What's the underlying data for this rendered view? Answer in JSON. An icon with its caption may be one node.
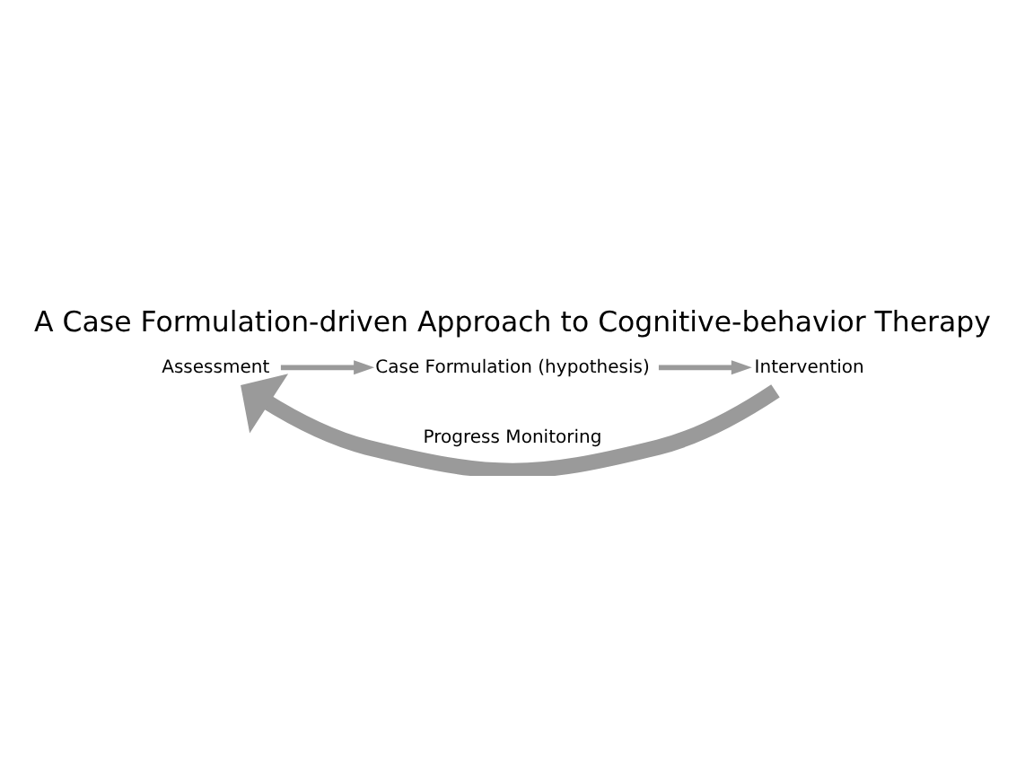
{
  "diagram": {
    "title": "A Case Formulation-driven Approach to Cognitive-behavior Therapy",
    "nodes": [
      {
        "text": [
          "Assessment"
        ]
      },
      {
        "text": [
          "Case Formulation (hypothesis)"
        ]
      },
      {
        "text": [
          "Intervention"
        ]
      }
    ],
    "edges": [
      {
        "from": 0,
        "to": 1,
        "arrow": "to"
      },
      {
        "from": 1,
        "to": 2,
        "arrow": "to"
      },
      {
        "from": 2,
        "to": 0,
        "arrow": "to",
        "label": "Progress Monitoring",
        "style": "thick"
      }
    ]
  }
}
